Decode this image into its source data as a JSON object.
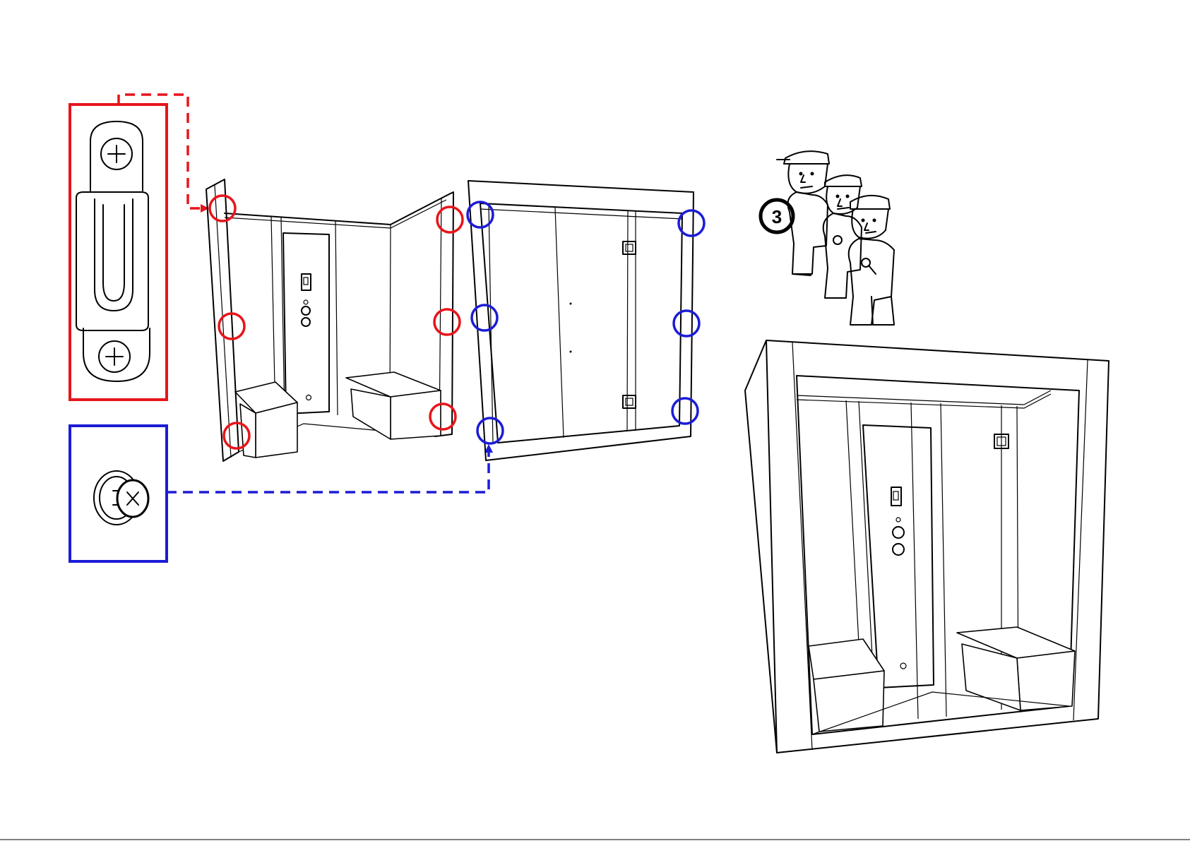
{
  "step": {
    "helpers_count": "3"
  },
  "colors": {
    "hook_callout": "#e8141b",
    "screw_callout": "#1c1cd6",
    "ink": "#000000"
  },
  "callouts": [
    {
      "name": "hook-bracket-callout",
      "color": "#e8141b",
      "part": "hook-bracket-icon"
    },
    {
      "name": "screw-callout",
      "color": "#1c1cd6",
      "part": "screw-icon"
    }
  ],
  "markers": {
    "red_count": 6,
    "blue_count": 6
  },
  "icons": [
    "hook-bracket-icon",
    "screw-icon",
    "three-workers-icon",
    "sauna-back-wall-icon",
    "sauna-front-wall-icon",
    "sauna-assembled-icon"
  ]
}
